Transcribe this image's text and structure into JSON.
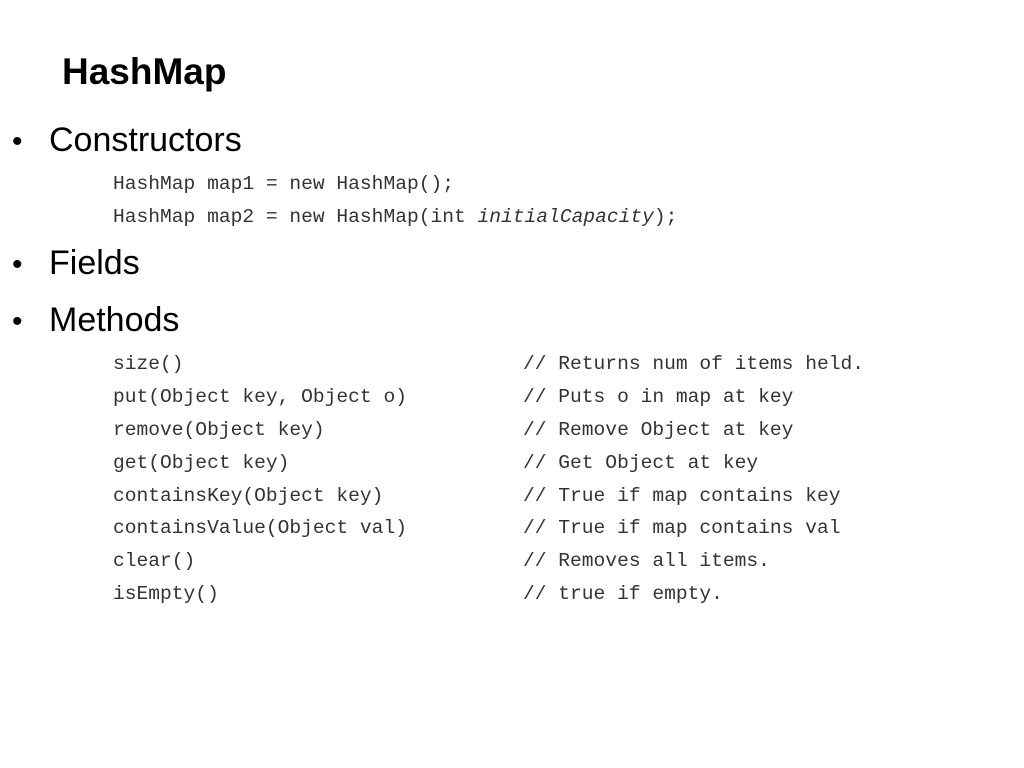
{
  "slide": {
    "title": "HashMap",
    "bullet_symbol": "•",
    "constructors": {
      "label": "Constructors",
      "lines": [
        {
          "code": "HashMap map1 = new HashMap();"
        },
        {
          "prefix": "HashMap map2 = new HashMap(int ",
          "italic": "initialCapacity",
          "suffix": ");"
        }
      ]
    },
    "fields": {
      "label": "Fields"
    },
    "methods": {
      "label": "Methods",
      "items": [
        {
          "signature": "size()",
          "comment": "// Returns num of items held."
        },
        {
          "signature": "put(Object key, Object o)",
          "comment": "// Puts o in map at key"
        },
        {
          "signature": "remove(Object key)",
          "comment": "// Remove Object at key"
        },
        {
          "signature": "get(Object key)",
          "comment": "// Get Object at key"
        },
        {
          "signature": "containsKey(Object key)",
          "comment": "// True if map contains key"
        },
        {
          "signature": "containsValue(Object val)",
          "comment": "// True if map contains val"
        },
        {
          "signature": "clear()",
          "comment": "// Removes all items."
        },
        {
          "signature": "isEmpty()",
          "comment": "// true if empty."
        }
      ]
    }
  }
}
